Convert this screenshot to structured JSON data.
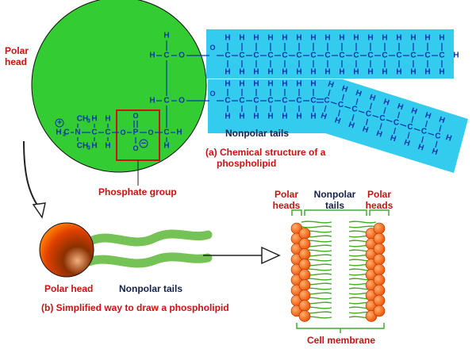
{
  "labels": {
    "polar_head_line1": "Polar",
    "polar_head_line2": "head",
    "phosphate_group": "Phosphate group",
    "nonpolar_tails_top": "Nonpolar tails",
    "caption_a_line1": "(a) Chemical structure of a",
    "caption_a_line2": "phospholipid",
    "simple_polar_head": "Polar head",
    "simple_nonpolar_tails": "Nonpolar tails",
    "caption_b": "(b) Simplified way to draw a phospholipid",
    "membrane_polar_left_1": "Polar",
    "membrane_polar_left_2": "heads",
    "membrane_nonpolar_1": "Nonpolar",
    "membrane_nonpolar_2": "tails",
    "membrane_polar_right_1": "Polar",
    "membrane_polar_right_2": "heads",
    "cell_membrane": "Cell membrane"
  },
  "chem": {
    "H": "H",
    "C": "C",
    "O": "O",
    "N": "N",
    "P": "P",
    "CH": "CH",
    "sub3": "3",
    "plus": "+",
    "minus": "−"
  },
  "colors": {
    "head_green": "#33cc33",
    "tail_cyan": "#33ccee",
    "label_red": "#cc1111",
    "chem_text": "#1133aa",
    "membrane_head": "#ff5500",
    "membrane_tail": "#44aa22",
    "bracket_green": "#44aa33"
  }
}
